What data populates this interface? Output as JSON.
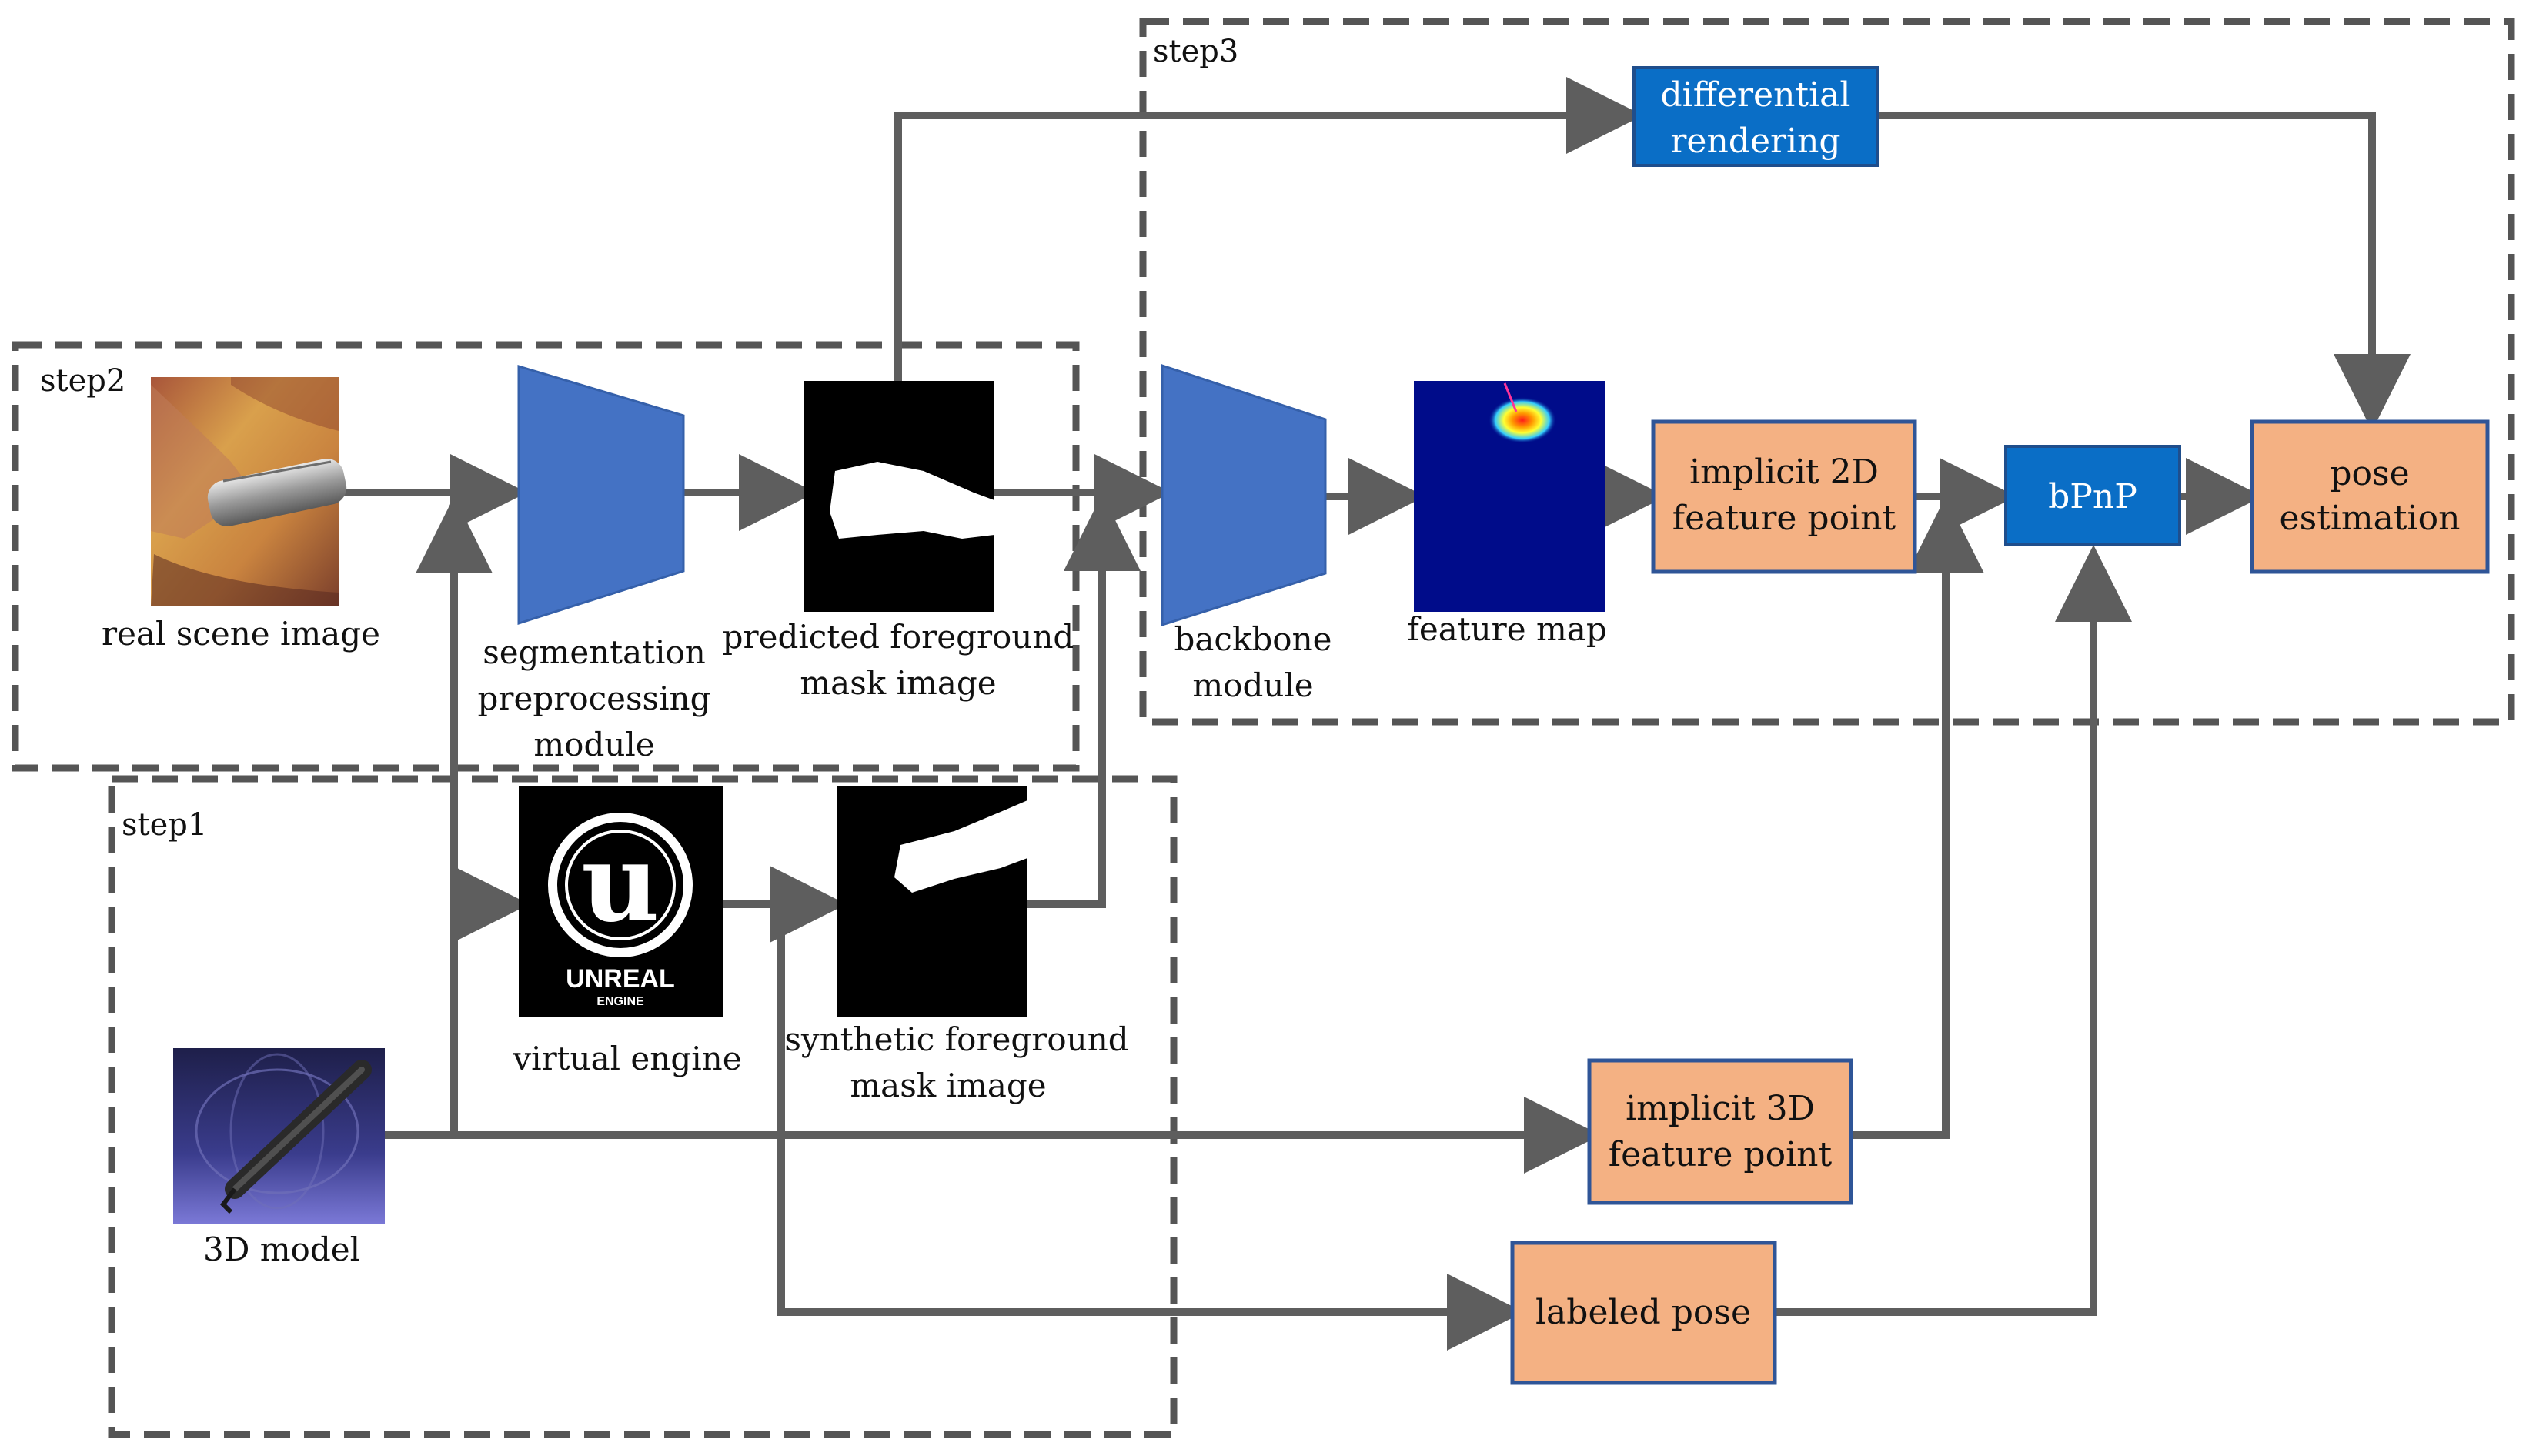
{
  "colors": {
    "arrow": "#5e5e5e",
    "dashed_frame": "#555555",
    "trapezoid": "#4472c4",
    "blue_box_fill": "#0a6ec6",
    "blue_box_stroke": "#1f4e8c",
    "orange_box_fill": "#f4b183",
    "orange_box_stroke": "#2f5597",
    "blue_box_text": "#ffffff",
    "orange_box_text": "#111111"
  },
  "steps": {
    "step1": "step1",
    "step2": "step2",
    "step3": "step3"
  },
  "nodes": {
    "real_scene_image": "real scene image",
    "segmentation_line1": "segmentation",
    "segmentation_line2": "preprocessing",
    "segmentation_line3": "module",
    "predicted_mask_line1": "predicted foreground",
    "predicted_mask_line2": "mask image",
    "virtual_engine": "virtual engine",
    "unreal_logo_word": "UNREAL",
    "unreal_logo_sub": "ENGINE",
    "synthetic_mask_line1": "synthetic foreground",
    "synthetic_mask_line2": "mask image",
    "model_3d": "3D model",
    "backbone_line1": "backbone",
    "backbone_line2": "module",
    "feature_map": "feature map",
    "differential_line1": "differential",
    "differential_line2": "rendering",
    "implicit2d_line1": "implicit 2D",
    "implicit2d_line2": "feature point",
    "bpnp": "bPnP",
    "pose_line1": "pose",
    "pose_line2": "estimation",
    "implicit3d_line1": "implicit 3D",
    "implicit3d_line2": "feature point",
    "labeled_pose": "labeled pose"
  },
  "icons": [
    "scene-photo-icon",
    "mask-silhouette-icon",
    "unreal-logo-icon",
    "3d-model-render-icon",
    "heatmap-icon"
  ]
}
